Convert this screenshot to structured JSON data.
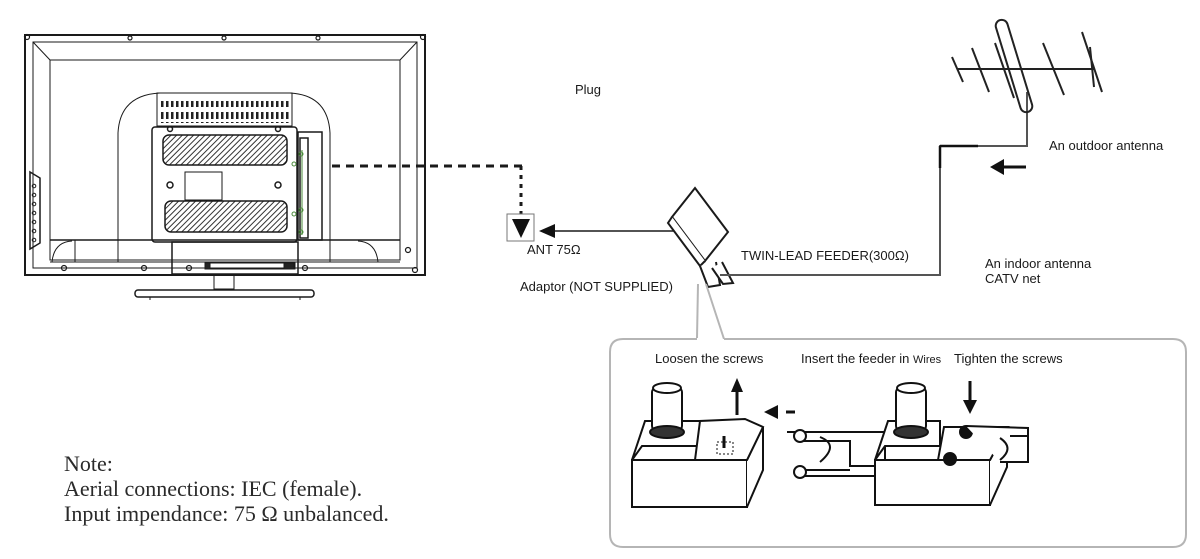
{
  "labels": {
    "plug": "Plug",
    "ant": "ANT 75Ω",
    "adaptor": "Adaptor  (NOT SUPPLIED)",
    "twin_lead": "TWIN-LEAD FEEDER(300Ω)",
    "outdoor_antenna": "An outdoor antenna",
    "indoor_antenna_line1": "An indoor antenna",
    "indoor_antenna_line2": "CATV net"
  },
  "steps": [
    {
      "label": "Loosen the screws"
    },
    {
      "label_main": "Insert the feeder in ",
      "label_small": "Wires"
    },
    {
      "label": "Tighten the screws"
    }
  ],
  "note": {
    "title": "Note:",
    "line1": "Aerial connections: IEC (female).",
    "line2": "Input impendance: 75 Ω unbalanced."
  },
  "colors": {
    "line": "#1a1a1a",
    "callout_border": "#b5b5b5",
    "screw_green": "#4a8a3a",
    "hatch": "#333333"
  }
}
